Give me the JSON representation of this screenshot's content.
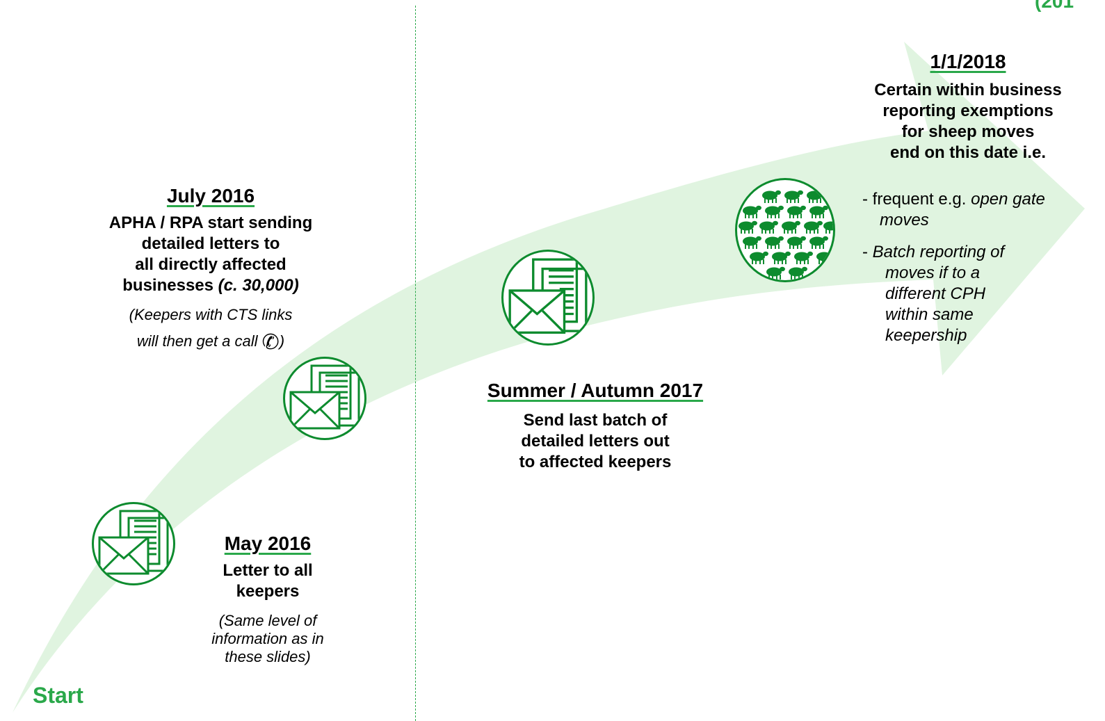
{
  "corner_label": "(201",
  "start_label": "Start",
  "milestones": {
    "july_2016": {
      "date": "July 2016",
      "line1": "APHA / RPA start  sending",
      "line2": "detailed letters to",
      "line3": "all directly affected",
      "line4_bold": "businesses ",
      "line4_italic": "(c. 30,000)",
      "note_line1": "(Keepers with CTS links",
      "note_line2_a": "will then get a call ",
      "note_line2_b": ")",
      "phone_glyph": "✆"
    },
    "may_2016": {
      "date": "May 2016",
      "line1": "Letter to all",
      "line2": "keepers",
      "note_line1": "(Same level of",
      "note_line2": "information as in",
      "note_line3": "these slides)"
    },
    "summer_2017": {
      "date": "Summer / Autumn 2017",
      "line1": "Send last batch of",
      "line2": "detailed letters out",
      "line3": "to affected keepers"
    },
    "jan_2018": {
      "date": "1/1/2018",
      "line1": "Certain within business",
      "line2": "reporting exemptions",
      "line3": "for sheep moves",
      "line4": "end on this date i.e.",
      "item1_prefix": "- frequent e.g. ",
      "item1_italic_a": "open gate",
      "item1_italic_b": "moves",
      "item2_prefix": "-  ",
      "item2_line1": "Batch reporting of",
      "item2_line2": "moves if to a",
      "item2_line3": "different CPH",
      "item2_line4": "within same",
      "item2_line5": "keepership"
    }
  },
  "icons": {
    "letter": "letter-envelope-icon",
    "sheep": "sheep-flock-icon",
    "phone": "phone-icon"
  },
  "colors": {
    "arrow_fill": "#dff3df",
    "accent_green": "#2aa84a",
    "icon_green": "#0d8b2e"
  }
}
